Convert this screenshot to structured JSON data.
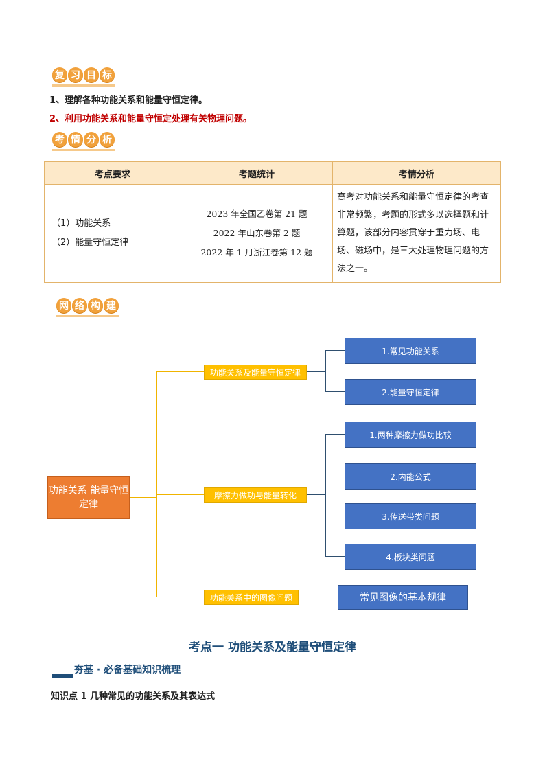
{
  "badges": {
    "review": [
      "复",
      "习",
      "目",
      "标"
    ],
    "analysis": [
      "考",
      "情",
      "分",
      "析"
    ],
    "network": [
      "网",
      "络",
      "构",
      "建"
    ]
  },
  "goals": {
    "item1": "1、理解各种功能关系和能量守恒定律。",
    "item2": "2、利用功能关系和能量守恒定处理有关物理问题。"
  },
  "table": {
    "headers": [
      "考点要求",
      "考题统计",
      "考情分析"
    ],
    "req1": "（1）功能关系",
    "req2": "（2）能量守恒定律",
    "stat1": "2023 年全国乙卷第 21 题",
    "stat2": "2022 年山东卷第 2 题",
    "stat3": "2022 年 1 月浙江卷第 12 题",
    "analysis": "高考对功能关系和能量守恒定律的考查非常频繁，考题的形式多以选择题和计算题，该部分内容贯穿于重力场、电场、磁场中，是三大处理物理问题的方法之一。"
  },
  "mindmap": {
    "root": "功能关系  能量守恒定律",
    "branch1": "功能关系及能量守恒定律",
    "branch2": "摩擦力做功与能量转化",
    "branch3": "功能关系中的图像问题",
    "leaf1": "1.常见功能关系",
    "leaf2": "2.能量守恒定律",
    "leaf3": "1.两种摩擦力做功比较",
    "leaf4": "2.内能公式",
    "leaf5": "3.传送带类问题",
    "leaf6": "4.板块类问题",
    "leaf7": "常见图像的基本规律"
  },
  "section_title": "考点一  功能关系及能量守恒定律",
  "subhead": "夯基 · 必备基础知识梳理",
  "knowledge_point": "知识点 1  几种常见的功能关系及其表达式"
}
